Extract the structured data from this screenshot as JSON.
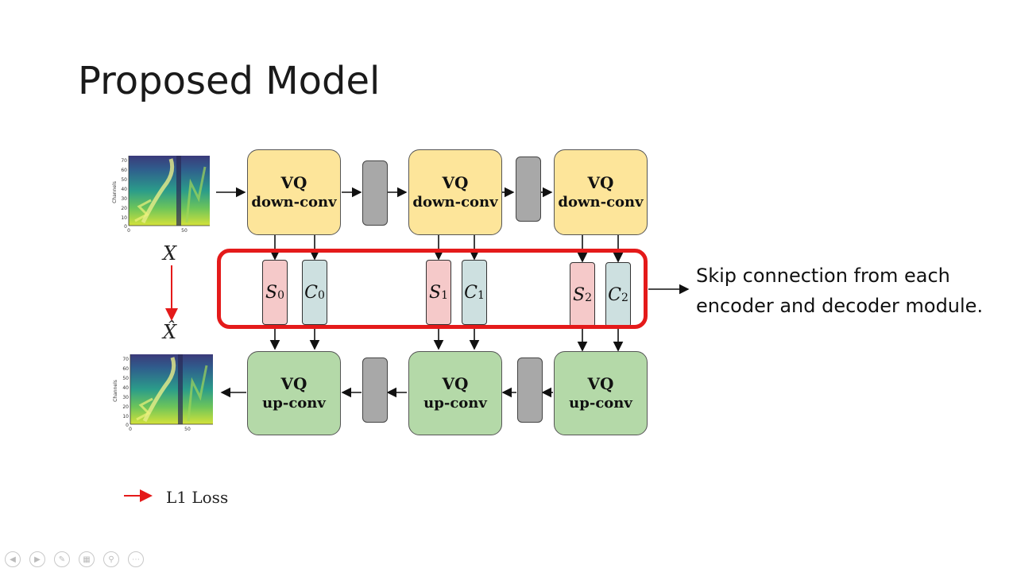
{
  "slide": {
    "title": "Proposed Model"
  },
  "encoder": [
    {
      "line1": "VQ",
      "line2": "down-conv"
    },
    {
      "line1": "VQ",
      "line2": "down-conv"
    },
    {
      "line1": "VQ",
      "line2": "down-conv"
    }
  ],
  "decoder": [
    {
      "line1": "VQ",
      "line2": "up-conv"
    },
    {
      "line1": "VQ",
      "line2": "up-conv"
    },
    {
      "line1": "VQ",
      "line2": "up-conv"
    }
  ],
  "codes": [
    {
      "s": "S",
      "s_sub": "0",
      "c": "C",
      "c_sub": "0"
    },
    {
      "s": "S",
      "s_sub": "1",
      "c": "C",
      "c_sub": "1"
    },
    {
      "s": "S",
      "s_sub": "2",
      "c": "C",
      "c_sub": "2"
    }
  ],
  "input_label": "X",
  "output_label": "X̂",
  "skip_note": {
    "line1": "Skip connection from each",
    "line2": "encoder and decoder module."
  },
  "legend": {
    "label": "L1 Loss"
  },
  "spectrogram": {
    "ylabel": "Channels",
    "yticks": [
      "70",
      "60",
      "50",
      "40",
      "30",
      "20",
      "10",
      "0"
    ],
    "xticks": [
      "0",
      "50"
    ]
  },
  "colors": {
    "encoder": "#fde59a",
    "decoder": "#b4d9a8",
    "s_code": "#f5c9c9",
    "c_code": "#cde0e0",
    "highlight": "#e41a1a",
    "gray_block": "#a8a8a8"
  },
  "icons": [
    "prev-icon",
    "next-icon",
    "pen-icon",
    "slides-icon",
    "zoom-icon",
    "more-icon"
  ]
}
